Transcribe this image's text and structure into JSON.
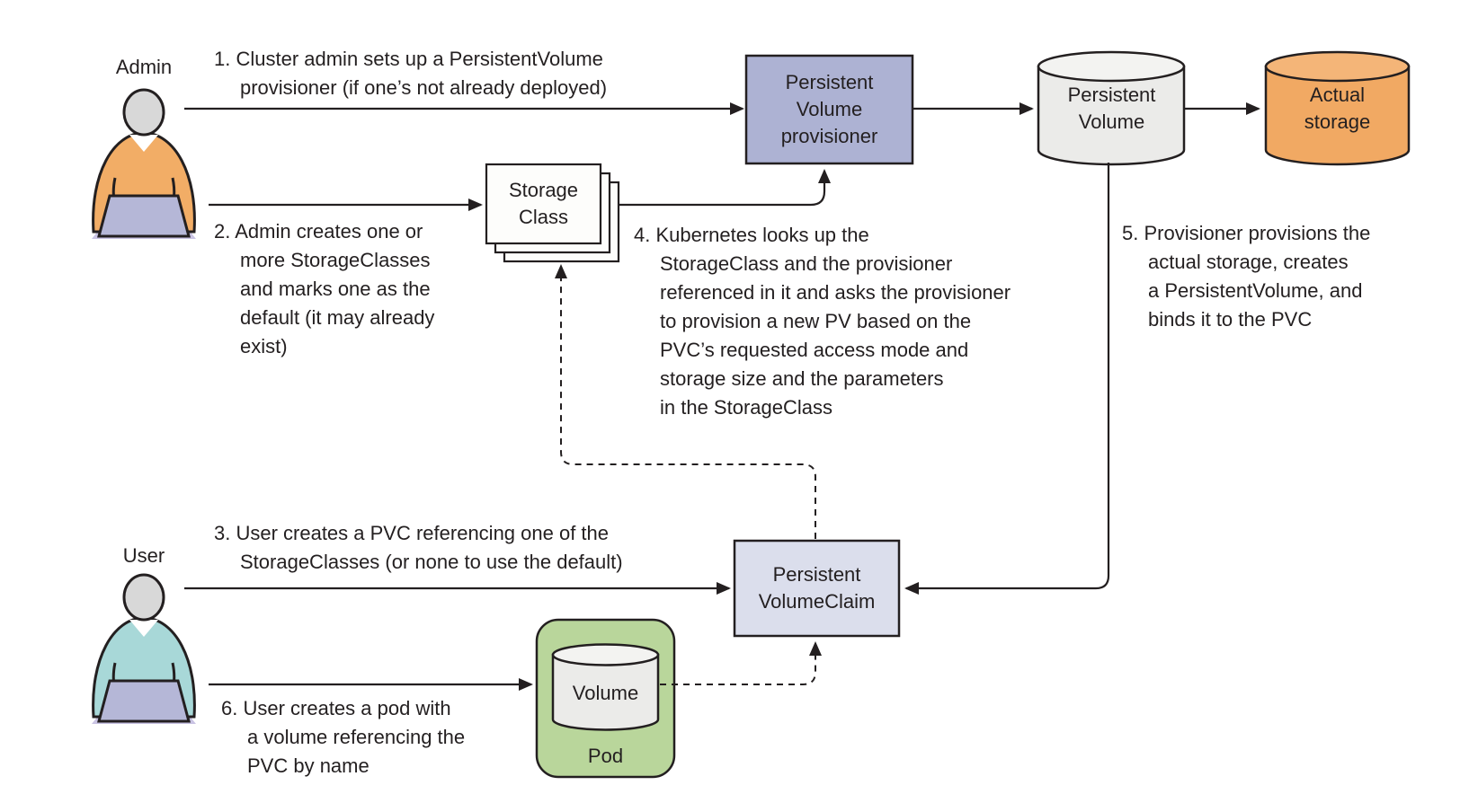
{
  "title": "Dynamic provisioning of PersistentVolumes diagram",
  "colors": {
    "outline": "#231f20",
    "provisioner_fill": "#adb2d3",
    "pvc_fill": "#dbdeec",
    "pod_fill": "#b9d69b",
    "storage_class_fill": "#fdfdfb",
    "pv_fill": "#ebebe9",
    "pv_top_fill": "#f3f3f1",
    "actual_storage_fill": "#f1a963",
    "actual_storage_top_fill": "#f4b578",
    "volume_fill": "#ebebe9",
    "volume_top_fill": "#f3f3f1",
    "admin_shirt": "#f2ad66",
    "user_shirt": "#a8d8d8",
    "collar": "#ffffff",
    "laptop": "#b5b7d7",
    "laptop_shadow": "#c9c3e3",
    "head": "#d8d8d8"
  },
  "actors": {
    "admin": {
      "label": "Admin"
    },
    "user": {
      "label": "User"
    }
  },
  "nodes": {
    "provisioner": {
      "label": "Persistent\nVolume\nprovisioner"
    },
    "storage_class": {
      "label": "Storage\nClass"
    },
    "persistent_volume": {
      "label": "Persistent\nVolume"
    },
    "actual_storage": {
      "label": "Actual\nstorage"
    },
    "pvc": {
      "label": "Persistent\nVolumeClaim"
    },
    "volume": {
      "label": "Volume"
    },
    "pod": {
      "label": "Pod"
    }
  },
  "notes": {
    "step1": "1. Cluster admin sets up a PersistentVolume\nprovisioner (if one’s not already deployed)",
    "step2": "2. Admin creates one or\nmore StorageClasses\nand marks one as the\ndefault (it may already\nexist)",
    "step3": "3. User creates a PVC referencing one of the\nStorageClasses (or none to use the default)",
    "step4": "4. Kubernetes looks up the\nStorageClass and the provisioner\nreferenced in it and asks the provisioner\nto provision a new PV based on the\nPVC’s requested access mode and\nstorage size and the parameters\nin the StorageClass",
    "step5": "5. Provisioner provisions the\nactual storage, creates\na PersistentVolume, and\nbinds it to the PVC",
    "step6": "6. User creates a pod with\na volume referencing the\nPVC by name"
  }
}
